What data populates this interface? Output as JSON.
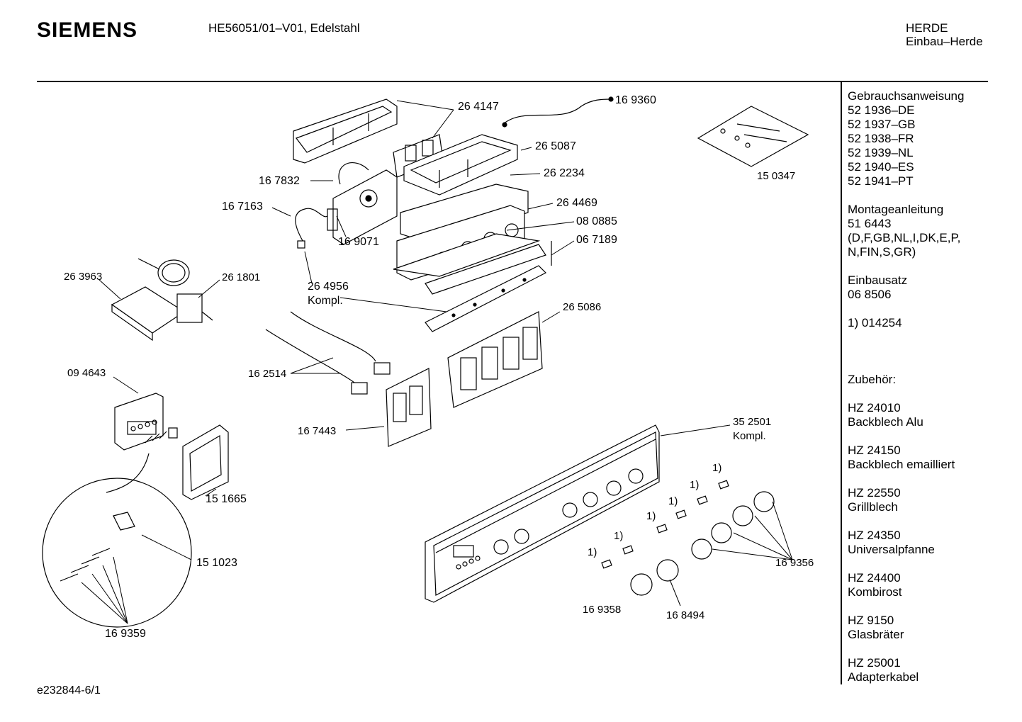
{
  "header": {
    "brand": "SIEMENS",
    "model": "HE56051/01–V01, Edelstahl",
    "category_line1": "HERDE",
    "category_line2": "Einbau–Herde"
  },
  "sidebar": {
    "blocks": [
      [
        "Gebrauchsanweisung",
        "52 1936–DE",
        "52 1937–GB",
        "52 1938–FR",
        "52 1939–NL",
        "52 1940–ES",
        "52 1941–PT"
      ],
      [
        "Montageanleitung",
        "51 6443",
        "(D,F,GB,NL,I,DK,E,P,",
        " N,FIN,S,GR)"
      ],
      [
        "Einbausatz",
        "06 8506"
      ],
      [
        "1) 014254"
      ],
      [],
      [
        "Zubehör:"
      ],
      [
        "HZ 24010",
        "Backblech Alu"
      ],
      [
        "HZ 24150",
        "Backblech emailliert"
      ],
      [
        "HZ 22550",
        "Grillblech"
      ],
      [
        "HZ 24350",
        "Universalpfanne"
      ],
      [
        "HZ 24400",
        "Kombirost"
      ],
      [
        "HZ 9150",
        "Glasbräter"
      ],
      [
        "HZ 25001",
        "Adapterkabel"
      ]
    ]
  },
  "parts": {
    "p264147": "26 4147",
    "p169360": "16 9360",
    "p265087": "26 5087",
    "p167832": "16 7832",
    "p262234": "26 2234",
    "p150347": "15 0347",
    "p167163": "16 7163",
    "p264469": "26 4469",
    "p080885": "08 0885",
    "p169071": "16 9071",
    "p067189": "06 7189",
    "p263963": "26 3963",
    "p261801": "26 1801",
    "p264956": "26 4956",
    "kompl1": "Kompl.",
    "p265086": "26 5086",
    "p094643": "09 4643",
    "p162514": "16 2514",
    "p352501": "35 2501",
    "kompl2": "Kompl.",
    "p167443": "16 7443",
    "p151665": "15 1665",
    "p151023": "15 1023",
    "p169356": "16 9356",
    "p169358": "16 9358",
    "p168494": "16 8494",
    "p169359": "16 9359",
    "fn": "1)"
  },
  "footer": {
    "code": "e232844-6/1"
  }
}
